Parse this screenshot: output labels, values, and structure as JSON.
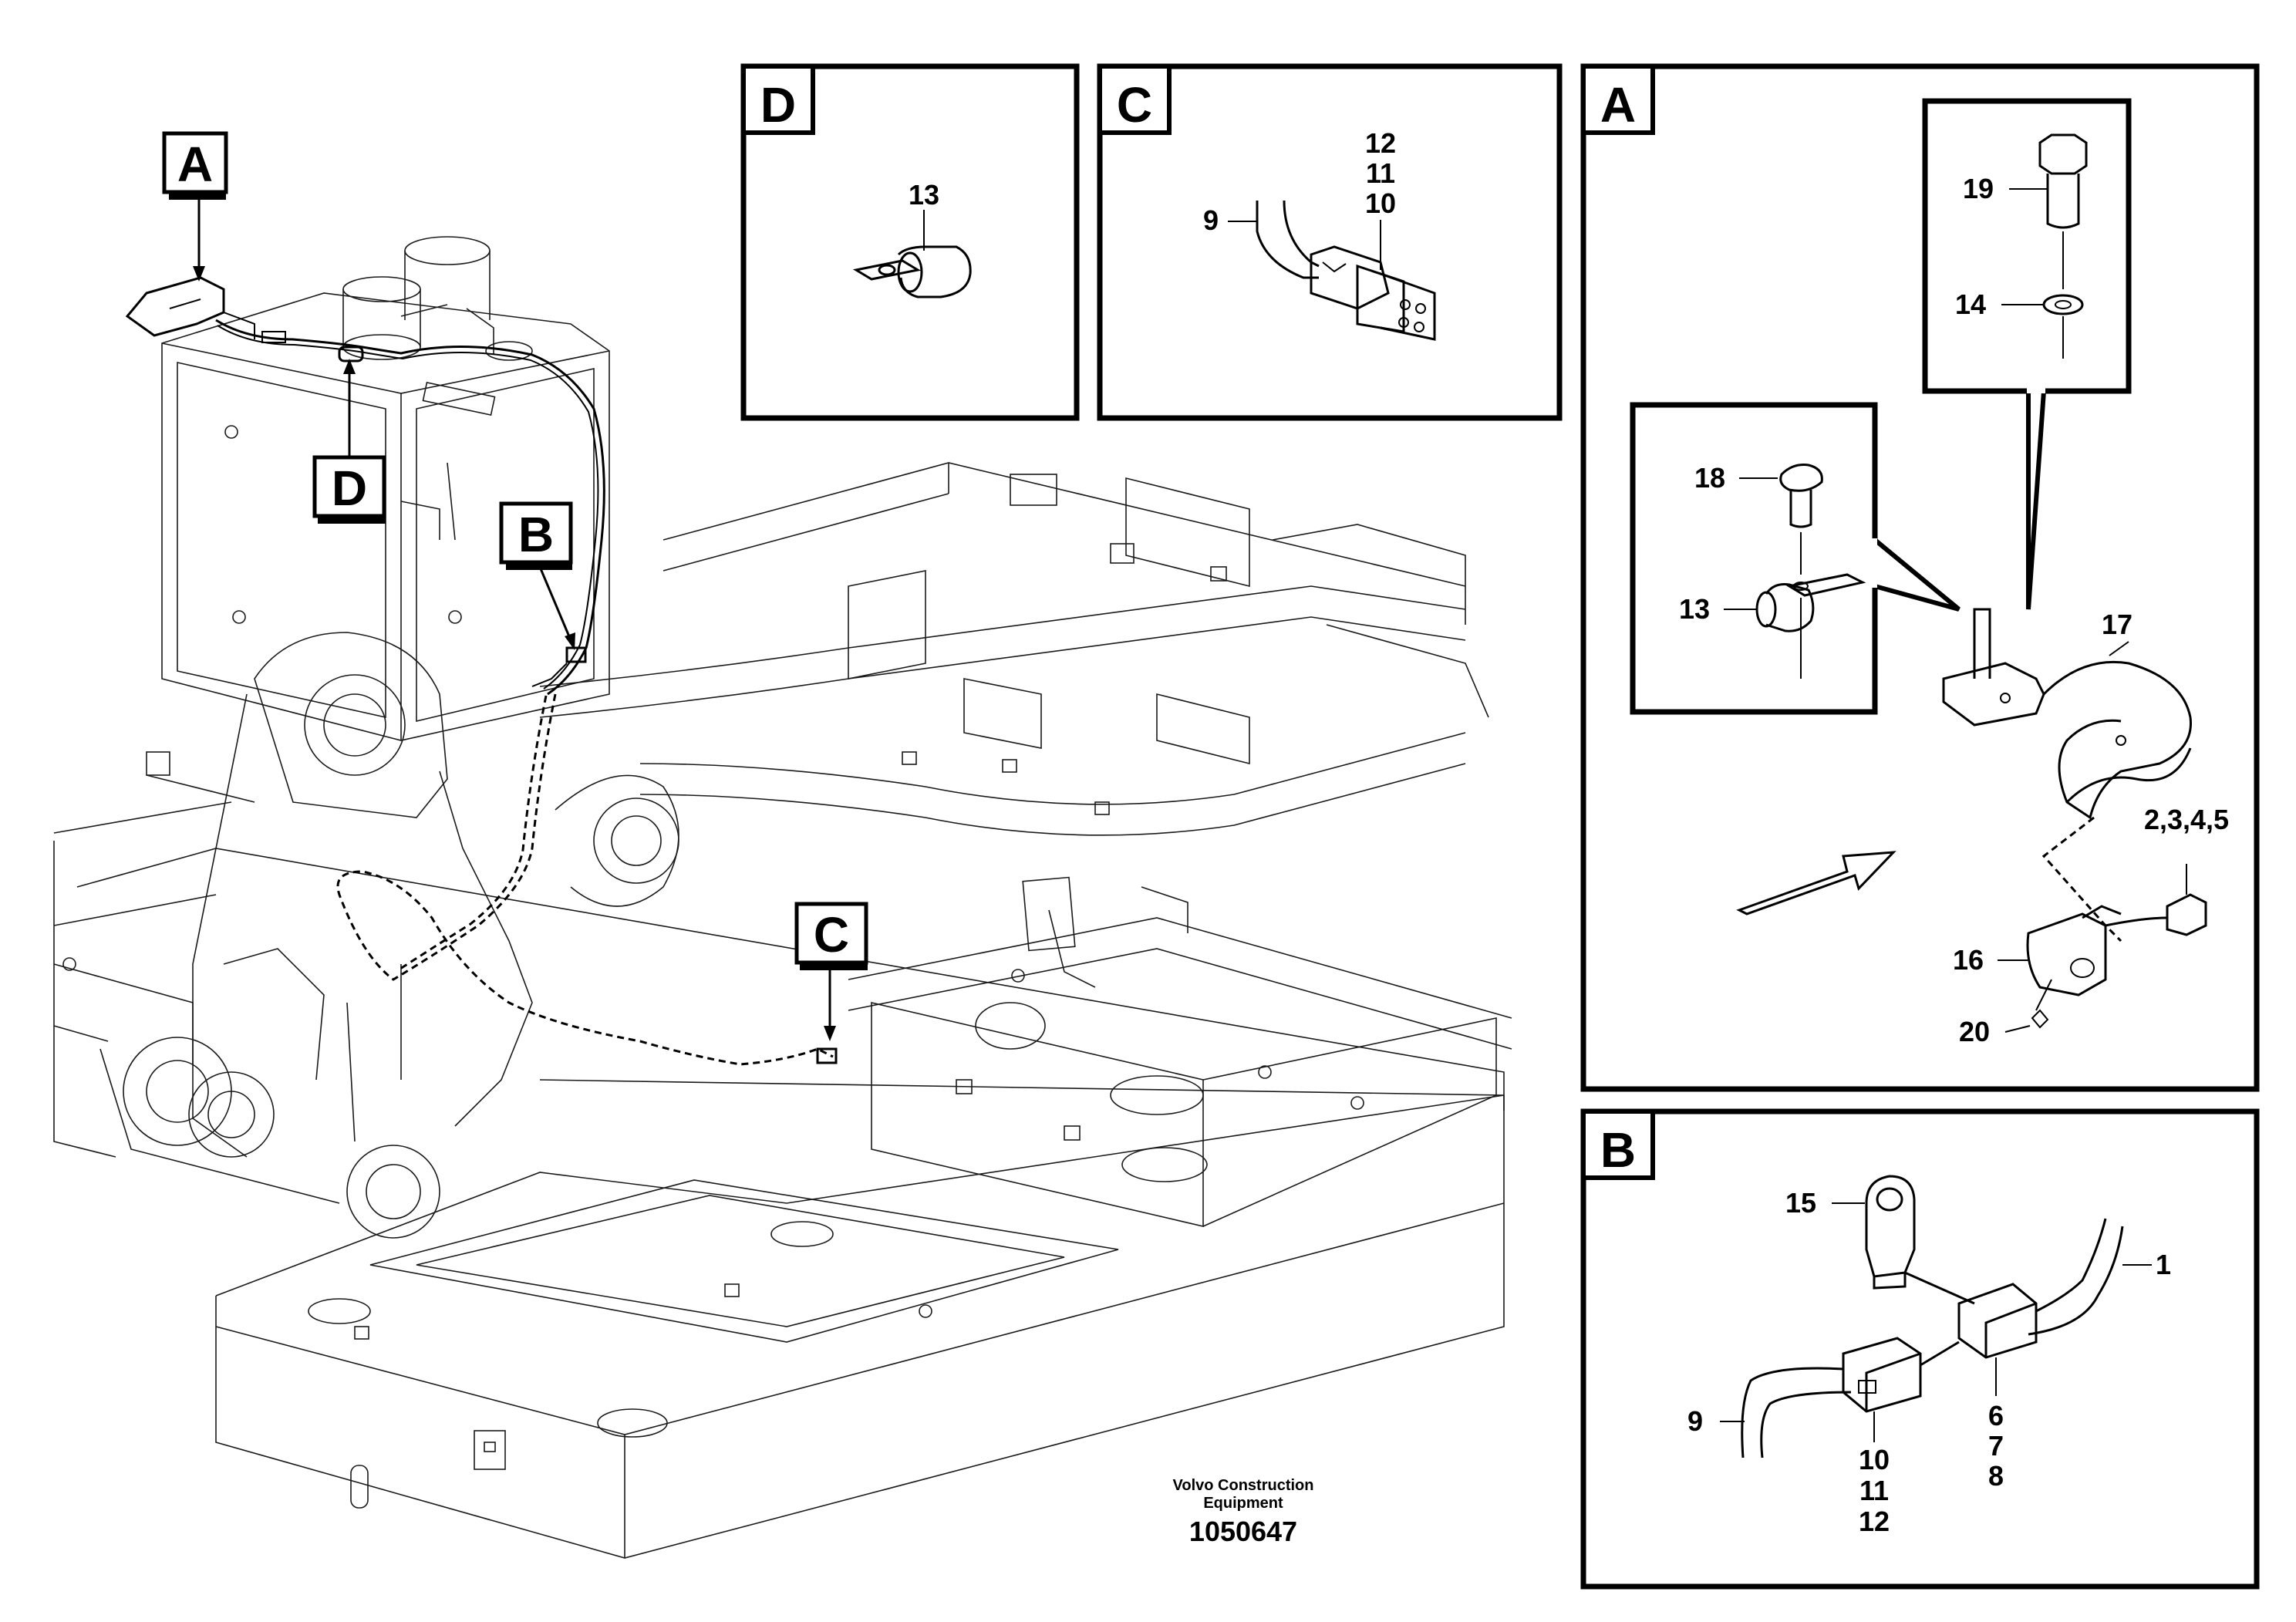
{
  "callouts": {
    "main_a": "A",
    "main_b": "B",
    "main_c": "C",
    "main_d": "D"
  },
  "panels": {
    "d": {
      "letter": "D",
      "parts": [
        "13"
      ]
    },
    "c": {
      "letter": "C",
      "parts": [
        "12",
        "11",
        "10",
        "9"
      ]
    },
    "a": {
      "letter": "A",
      "parts": [
        "19",
        "14",
        "18",
        "13",
        "17",
        "2,3,4,5",
        "16",
        "20"
      ]
    },
    "b": {
      "letter": "B",
      "parts": [
        "15",
        "1",
        "9",
        "6",
        "7",
        "8",
        "10",
        "11",
        "12"
      ]
    }
  },
  "footer": {
    "maker_line1": "Volvo Construction",
    "maker_line2": "Equipment",
    "drawing_number": "1050647"
  }
}
